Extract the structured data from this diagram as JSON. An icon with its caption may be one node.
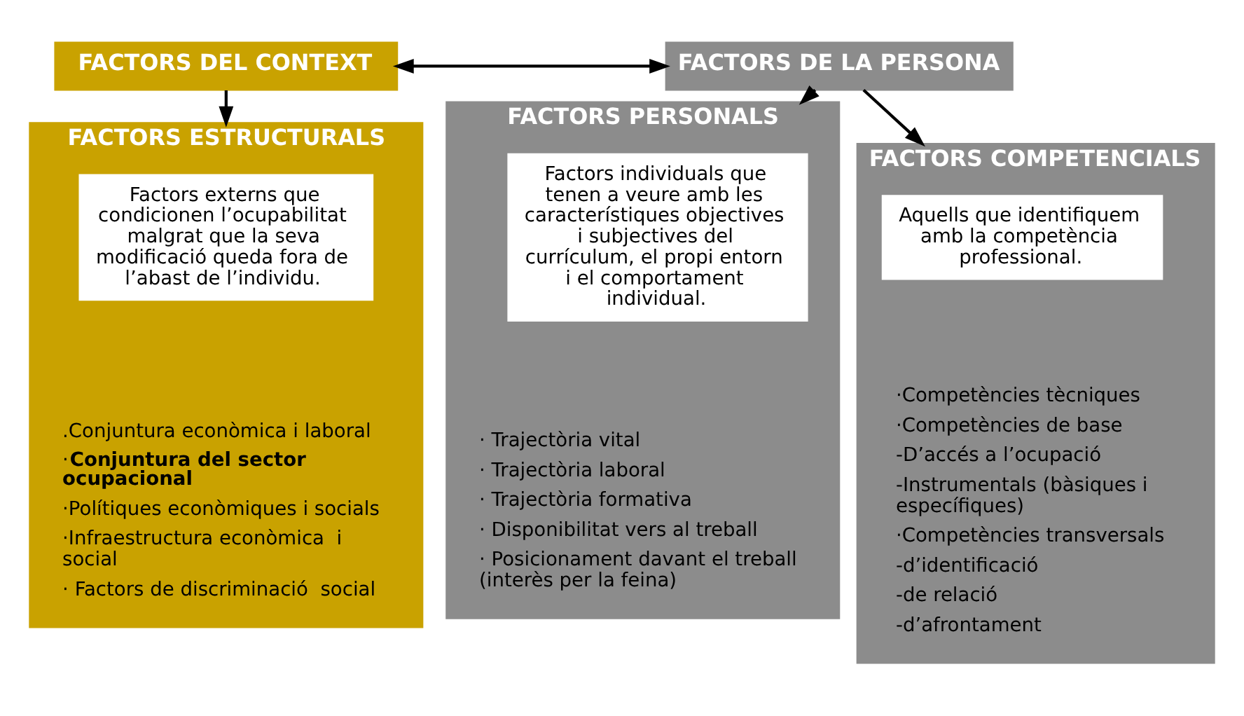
{
  "diagram": {
    "nodes": [
      {
        "text": [
          "FACTORS DEL CONTEXT"
        ]
      },
      {
        "text": [
          "FACTORS DE LA PERSONA"
        ]
      },
      {
        "text": [
          "FACTORS ESTRUCTURALS",
          ".Conjuntura econòmica i laboral",
          "·**Conjuntura del sector ocupacional**",
          "·Polítiques econòmiques i socials",
          "·Infraestructura econòmica  i social",
          "· Factors de discriminació  social"
        ]
      },
      {
        "text": [
          "Factors externs que condicionen l’ocupabilitat malgrat que la seva modificació queda fora de l’abast de l’individu."
        ],
        "in": 2
      },
      {
        "text": [
          "FACTORS PERSONALS",
          "· Trajectòria vital",
          "· Trajectòria laboral",
          "· Trajectòria formativa",
          "· Disponibilitat vers al treball",
          "· Posicionament davant el treball (interès per la feina)"
        ]
      },
      {
        "text": [
          "Factors individuals que tenen a veure amb les característiques objectives i subjectives del currículum, el propi entorn i el comportament individual."
        ],
        "in": 4
      },
      {
        "text": [
          "FACTORS COMPETENCIALS",
          "·Competències tècniques",
          "·Competències de base",
          "-D’accés a l’ocupació",
          "-Instrumentals (bàsiques i específiques)",
          "·Competències transversals",
          "-d’identificació",
          "-de relació",
          "-d’afrontament"
        ]
      },
      {
        "text": [
          "Aquells que identifiquem amb la competència professional."
        ],
        "in": 6
      }
    ],
    "edges": [
      {
        "from": 0,
        "to": 1,
        "arrow": "both"
      },
      {
        "from": 0,
        "to": 2,
        "arrow": "to"
      },
      {
        "from": 1,
        "to": 4,
        "arrow": "to"
      },
      {
        "from": 1,
        "to": 6,
        "arrow": "to"
      }
    ]
  }
}
